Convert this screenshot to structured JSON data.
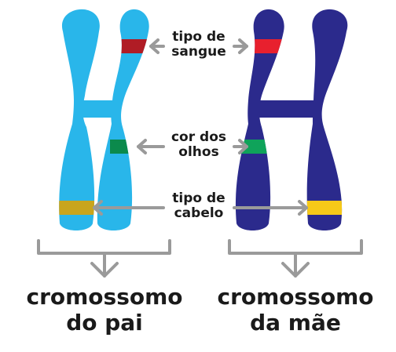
{
  "colors": {
    "father_chromosome": "#29b6ea",
    "mother_chromosome": "#2b2a8c",
    "arrow_gray": "#9a9a9a",
    "text": "#1a1a1a"
  },
  "genes": [
    {
      "label_line1": "tipo de",
      "label_line2": "sangue",
      "father_band_color": "#b01c25",
      "mother_band_color": "#e8202e"
    },
    {
      "label_line1": "cor dos",
      "label_line2": "olhos",
      "father_band_color": "#0b8a4c",
      "mother_band_color": "#0fa35a"
    },
    {
      "label_line1": "tipo de",
      "label_line2": "cabelo",
      "father_band_color": "#c9a51d",
      "mother_band_color": "#f6c918"
    }
  ],
  "captions": {
    "father_line1": "cromossomo",
    "father_line2": "do pai",
    "mother_line1": "cromossomo",
    "mother_line2": "da mãe"
  }
}
